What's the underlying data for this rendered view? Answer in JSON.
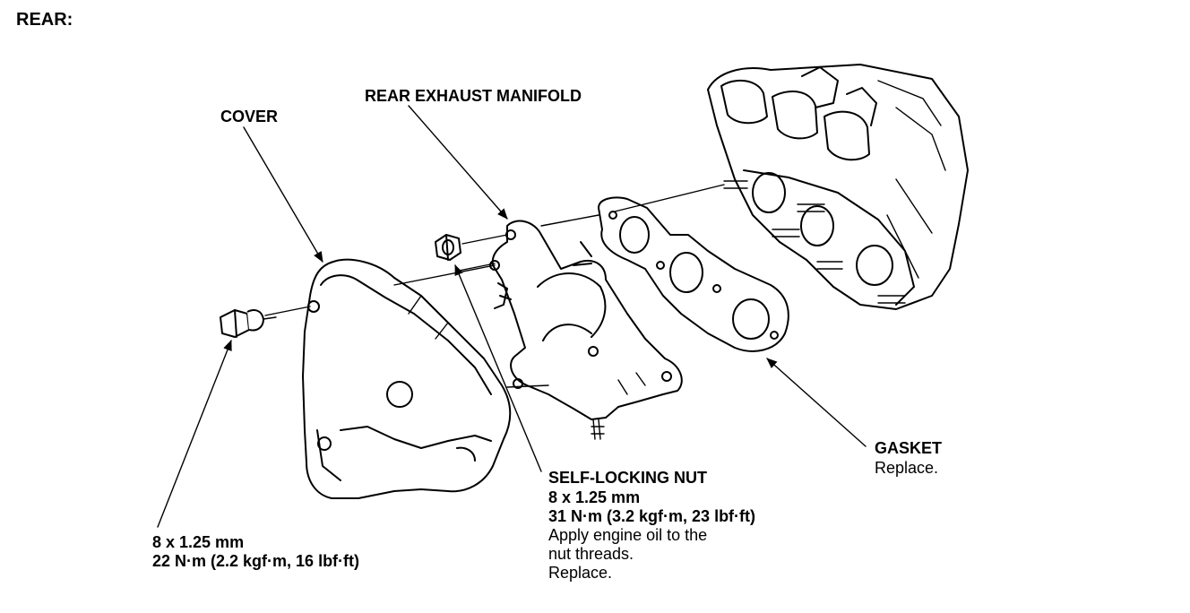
{
  "section_title": "REAR:",
  "labels": {
    "cover": "COVER",
    "rear_exhaust_manifold": "REAR EXHAUST MANIFOLD",
    "gasket": "GASKET",
    "gasket_note": "Replace.",
    "self_locking_nut": "SELF-LOCKING NUT",
    "nut_size": "8 x 1.25 mm",
    "nut_torque": "31 N·m (3.2 kgf·m, 23 lbf·ft)",
    "nut_note_1": "Apply engine oil to the",
    "nut_note_2": "nut threads.",
    "nut_note_3": "Replace.",
    "bolt_size": "8 x 1.25 mm",
    "bolt_torque": "22 N·m (2.2 kgf·m, 16 lbf·ft)"
  }
}
